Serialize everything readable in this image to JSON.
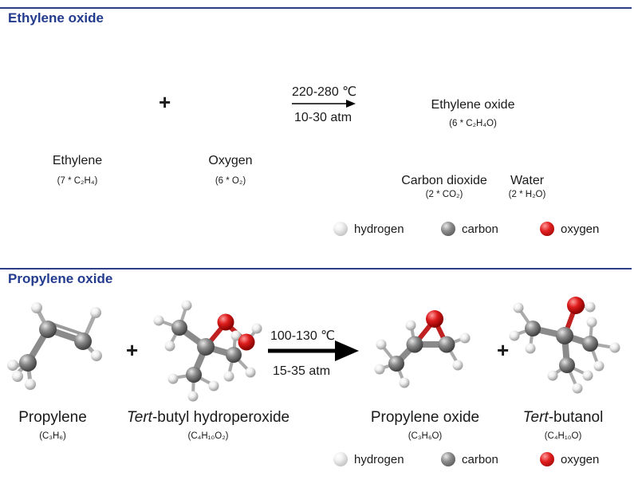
{
  "ethylene_section": {
    "title": "Ethylene oxide",
    "reactant1": {
      "name": "Ethylene",
      "formula": "(7 * C₂H₄)"
    },
    "reactant2": {
      "name": "Oxygen",
      "formula": "(6 * O₂)"
    },
    "plus": "+",
    "conditions": {
      "temperature": "220-280 ℃",
      "pressure": "10-30 atm"
    },
    "product1": {
      "name": "Ethylene oxide",
      "formula": "(6 * C₂H₄O)"
    },
    "product2": {
      "name": "Carbon dioxide",
      "formula": "(2 * CO₂)"
    },
    "product3": {
      "name": "Water",
      "formula": "(2 * H₂O)"
    },
    "legend": {
      "hydrogen": "hydrogen",
      "carbon": "carbon",
      "oxygen": "oxygen"
    }
  },
  "propylene_section": {
    "title": "Propylene oxide",
    "reactant1": {
      "name": "Propylene",
      "formula": "(C₃H₆)"
    },
    "reactant2": {
      "name_italic": "Tert",
      "name_rest": "-butyl hydroperoxide",
      "formula": "(C₄H₁₀O₂)"
    },
    "plus": "+",
    "conditions": {
      "temperature": "100-130 ℃",
      "pressure": "15-35 atm"
    },
    "product1": {
      "name": "Propylene oxide",
      "formula": "(C₃H₆O)"
    },
    "product2": {
      "name_italic": "Tert",
      "name_rest": "-butanol",
      "formula": "(C₄H₁₀O)"
    },
    "legend": {
      "hydrogen": "hydrogen",
      "carbon": "carbon",
      "oxygen": "oxygen"
    }
  },
  "colors": {
    "header": "#233b8e",
    "hydrogen": "#f0f0f0",
    "carbon": "#7a7a7a",
    "oxygen": "#d01818"
  }
}
